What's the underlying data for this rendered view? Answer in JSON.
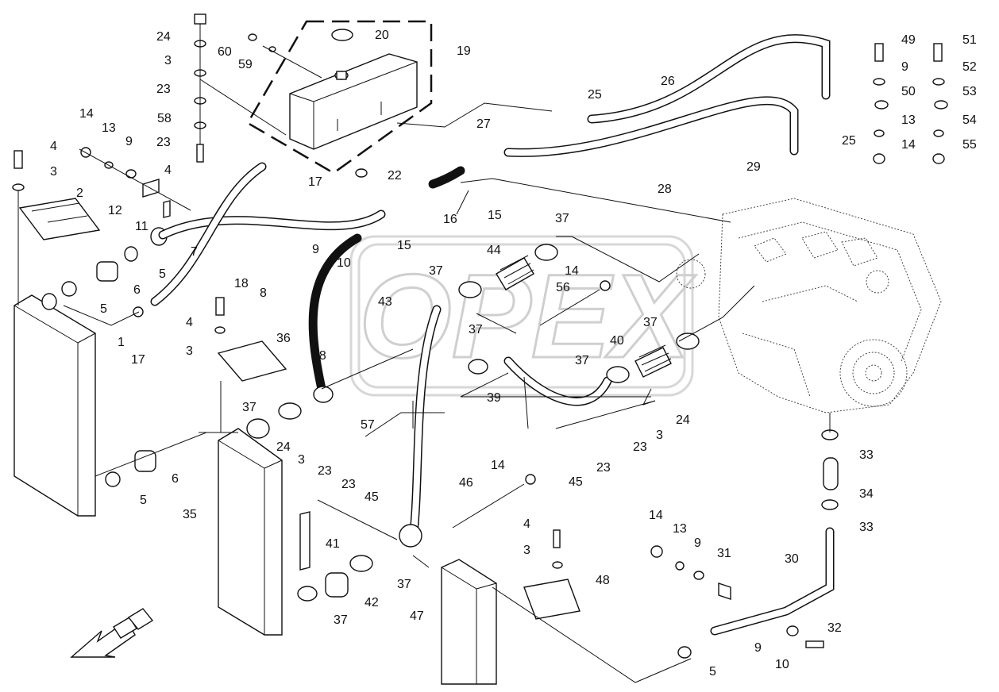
{
  "watermark": {
    "text": "OPEX"
  },
  "labels": [
    {
      "id": "l24a",
      "text": "24"
    },
    {
      "id": "l3a",
      "text": "3"
    },
    {
      "id": "l23a",
      "text": "23"
    },
    {
      "id": "l58",
      "text": "58"
    },
    {
      "id": "l23b",
      "text": "23"
    },
    {
      "id": "l4a",
      "text": "4"
    },
    {
      "id": "l60",
      "text": "60"
    },
    {
      "id": "l59",
      "text": "59"
    },
    {
      "id": "l20",
      "text": "20"
    },
    {
      "id": "l19",
      "text": "19"
    },
    {
      "id": "l22",
      "text": "22"
    },
    {
      "id": "l17a",
      "text": "17"
    },
    {
      "id": "l4b",
      "text": "4"
    },
    {
      "id": "l3b",
      "text": "3"
    },
    {
      "id": "l2",
      "text": "2"
    },
    {
      "id": "l14a",
      "text": "14"
    },
    {
      "id": "l13a",
      "text": "13"
    },
    {
      "id": "l9a",
      "text": "9"
    },
    {
      "id": "l12",
      "text": "12"
    },
    {
      "id": "l11",
      "text": "11"
    },
    {
      "id": "l7",
      "text": "7"
    },
    {
      "id": "l5a",
      "text": "5"
    },
    {
      "id": "l6a",
      "text": "6"
    },
    {
      "id": "l5b",
      "text": "5"
    },
    {
      "id": "l17b",
      "text": "17"
    },
    {
      "id": "l1",
      "text": "1"
    },
    {
      "id": "l18",
      "text": "18"
    },
    {
      "id": "l8",
      "text": "8"
    },
    {
      "id": "l9b",
      "text": "9"
    },
    {
      "id": "l10a",
      "text": "10"
    },
    {
      "id": "l16",
      "text": "16"
    },
    {
      "id": "l15a",
      "text": "15"
    },
    {
      "id": "l15b",
      "text": "15"
    },
    {
      "id": "l25a",
      "text": "25"
    },
    {
      "id": "l26",
      "text": "26"
    },
    {
      "id": "l27",
      "text": "27"
    },
    {
      "id": "l28",
      "text": "28"
    },
    {
      "id": "l25b",
      "text": "25"
    },
    {
      "id": "l29",
      "text": "29"
    },
    {
      "id": "l49",
      "text": "49"
    },
    {
      "id": "l9c",
      "text": "9"
    },
    {
      "id": "l50",
      "text": "50"
    },
    {
      "id": "l13b",
      "text": "13"
    },
    {
      "id": "l14b",
      "text": "14"
    },
    {
      "id": "l51",
      "text": "51"
    },
    {
      "id": "l52",
      "text": "52"
    },
    {
      "id": "l53",
      "text": "53"
    },
    {
      "id": "l54",
      "text": "54"
    },
    {
      "id": "l55",
      "text": "55"
    },
    {
      "id": "l37a",
      "text": "37"
    },
    {
      "id": "l44",
      "text": "44"
    },
    {
      "id": "l37b",
      "text": "37"
    },
    {
      "id": "l14c",
      "text": "14"
    },
    {
      "id": "l56",
      "text": "56"
    },
    {
      "id": "l43",
      "text": "43"
    },
    {
      "id": "l37c",
      "text": "37"
    },
    {
      "id": "l37d",
      "text": "37"
    },
    {
      "id": "l40",
      "text": "40"
    },
    {
      "id": "l37e",
      "text": "37"
    },
    {
      "id": "l39",
      "text": "39"
    },
    {
      "id": "l4c",
      "text": "4"
    },
    {
      "id": "l3c",
      "text": "3"
    },
    {
      "id": "l36",
      "text": "36"
    },
    {
      "id": "l38",
      "text": "38"
    },
    {
      "id": "l37f",
      "text": "37"
    },
    {
      "id": "l24b",
      "text": "24"
    },
    {
      "id": "l3d",
      "text": "3"
    },
    {
      "id": "l23c",
      "text": "23"
    },
    {
      "id": "l23d",
      "text": "23"
    },
    {
      "id": "l45a",
      "text": "45"
    },
    {
      "id": "l57",
      "text": "57"
    },
    {
      "id": "l24c",
      "text": "24"
    },
    {
      "id": "l3e",
      "text": "3"
    },
    {
      "id": "l23e",
      "text": "23"
    },
    {
      "id": "l23f",
      "text": "23"
    },
    {
      "id": "l45b",
      "text": "45"
    },
    {
      "id": "l14d",
      "text": "14"
    },
    {
      "id": "l46",
      "text": "46"
    },
    {
      "id": "l6b",
      "text": "6"
    },
    {
      "id": "l5c",
      "text": "5"
    },
    {
      "id": "l35",
      "text": "35"
    },
    {
      "id": "l41",
      "text": "41"
    },
    {
      "id": "l4d",
      "text": "4"
    },
    {
      "id": "l3f",
      "text": "3"
    },
    {
      "id": "l48",
      "text": "48"
    },
    {
      "id": "l37g",
      "text": "37"
    },
    {
      "id": "l42",
      "text": "42"
    },
    {
      "id": "l37h",
      "text": "37"
    },
    {
      "id": "l47",
      "text": "47"
    },
    {
      "id": "l33a",
      "text": "33"
    },
    {
      "id": "l34",
      "text": "34"
    },
    {
      "id": "l33b",
      "text": "33"
    },
    {
      "id": "l14e",
      "text": "14"
    },
    {
      "id": "l13c",
      "text": "13"
    },
    {
      "id": "l9d",
      "text": "9"
    },
    {
      "id": "l31",
      "text": "31"
    },
    {
      "id": "l30",
      "text": "30"
    },
    {
      "id": "l32",
      "text": "32"
    },
    {
      "id": "l9e",
      "text": "9"
    },
    {
      "id": "l10b",
      "text": "10"
    },
    {
      "id": "l5d",
      "text": "5"
    }
  ]
}
